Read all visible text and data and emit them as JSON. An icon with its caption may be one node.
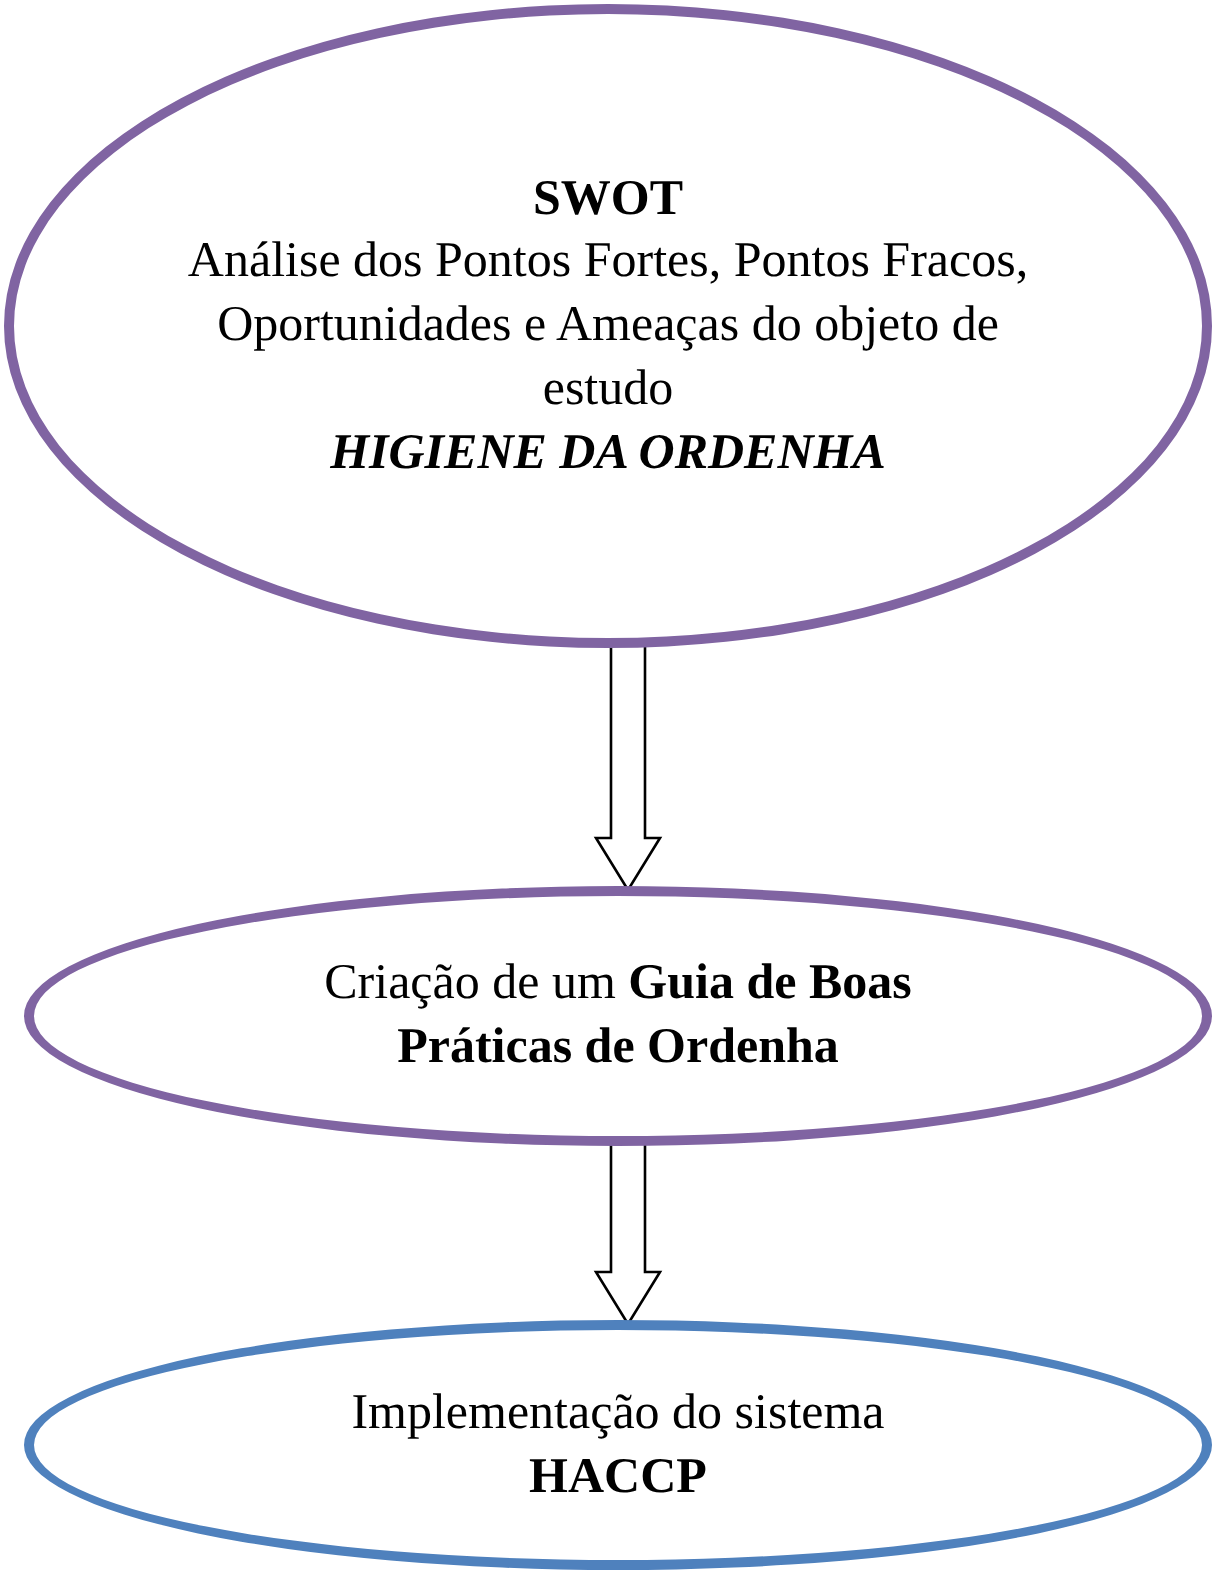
{
  "diagram": {
    "nodes": [
      {
        "text": [
          "SWOT",
          "Análise dos Pontos Fortes, Pontos Fracos, Oportunidades e Ameaças do objeto de estudo",
          "HIGIENE DA ORDENHA"
        ]
      },
      {
        "text": [
          "Criação de um **Guia de Boas Práticas de Ordenha**"
        ]
      },
      {
        "text": [
          "Implementação do sistema **HACCP**"
        ]
      }
    ],
    "edges": [
      {
        "from": 0,
        "to": 1,
        "arrow": "to"
      },
      {
        "from": 1,
        "to": 2,
        "arrow": "to"
      }
    ]
  }
}
